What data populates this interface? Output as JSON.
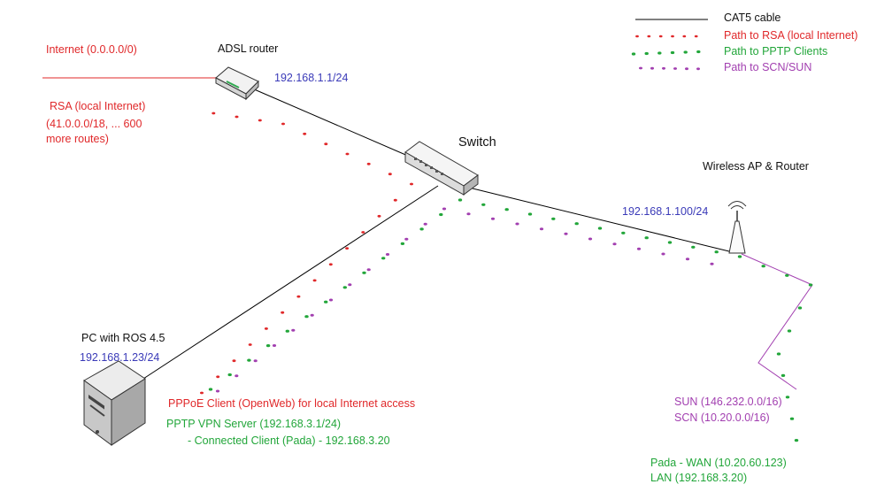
{
  "legend": {
    "cable": "CAT5 cable",
    "rsa_path": "Path to RSA (local Internet)",
    "pptp_path": "Path to PPTP Clients",
    "scn_path": "Path to SCN/SUN"
  },
  "colors": {
    "cable": "#000000",
    "rsa": "#e0282a",
    "pptp": "#22a63a",
    "scn": "#a23fb0",
    "ip_text": "#3a3ab8"
  },
  "internet": {
    "label": "Internet (0.0.0.0/0)"
  },
  "rsa": {
    "line1": "RSA (local Internet)",
    "line2": "(41.0.0.0/18, ... 600",
    "line3": "more routes)"
  },
  "adsl_router": {
    "name": "ADSL router",
    "ip": "192.168.1.1/24"
  },
  "switch": {
    "name": "Switch"
  },
  "wireless_ap": {
    "name": "Wireless AP & Router",
    "ip": "192.168.1.100/24"
  },
  "pc": {
    "name": "PC with ROS 4.5",
    "ip": "192.168.1.23/24",
    "pppoe": "PPPoE Client (OpenWeb) for local Internet access",
    "pptp_server": "PPTP VPN Server (192.168.3.1/24)",
    "pptp_client": "- Connected Client (Pada) - 192.168.3.20"
  },
  "remote": {
    "sun": "SUN (146.232.0.0/16)",
    "scn": "SCN (10.20.0.0/16)",
    "pada_wan": "Pada - WAN (10.20.60.123)",
    "lan": "LAN (192.168.3.20)"
  }
}
